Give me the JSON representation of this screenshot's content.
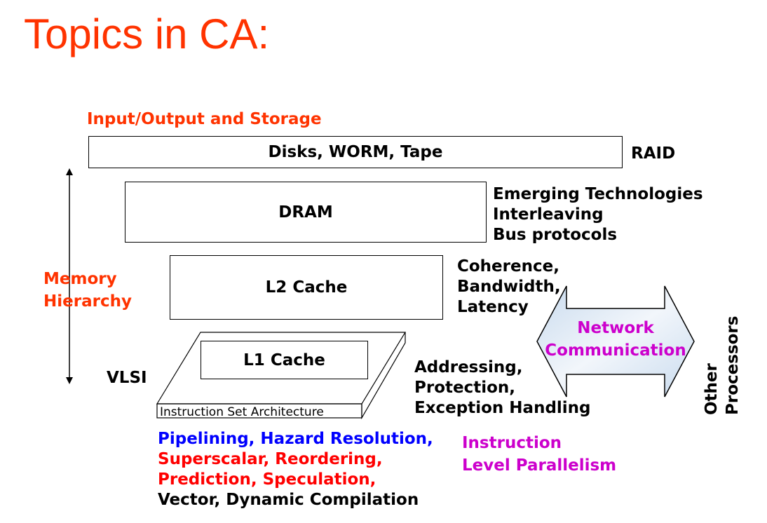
{
  "title": "Topics in CA:",
  "io_heading": "Input/Output and Storage",
  "layers": {
    "disks": "Disks, WORM, Tape",
    "dram": "DRAM",
    "l2": "L2 Cache",
    "l1": "L1 Cache",
    "isa": "Instruction Set Architecture"
  },
  "side": {
    "raid": "RAID",
    "dram_notes": [
      "Emerging Technologies",
      "Interleaving",
      "Bus protocols"
    ],
    "l2_notes": [
      "Coherence,",
      "Bandwidth,",
      "Latency"
    ],
    "l1_notes": [
      "Addressing,",
      "Protection,",
      "Exception Handling"
    ]
  },
  "memory_hierarchy": [
    "Memory",
    "Hierarchy"
  ],
  "vlsi": "VLSI",
  "network": [
    "Network",
    "Communication"
  ],
  "other_processors": [
    "Other",
    "Processors"
  ],
  "pipeline_lines": {
    "l1a": "Pipelining,",
    "l1b": "Hazard Resolution,",
    "l2": "Superscalar, Reordering,",
    "l3": "Prediction, Speculation,",
    "l4": "Vector, Dynamic Compilation"
  },
  "ilp": [
    "Instruction",
    "Level Parallelism"
  ],
  "colors": {
    "title": "#ff3300",
    "memory": "#ff3300",
    "pipelining": "#0000ff",
    "superscalar": "#ff0000",
    "network": "#cc00cc",
    "arrow_fill": "#dde8f4"
  }
}
